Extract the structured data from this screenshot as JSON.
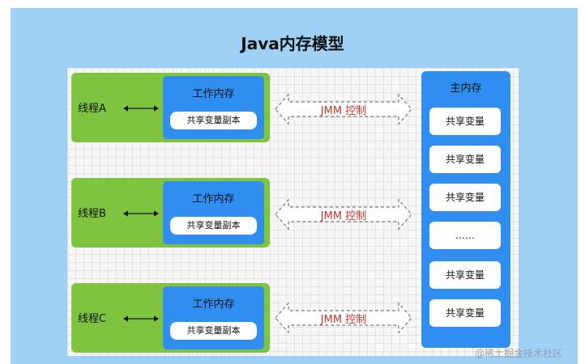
{
  "title": "Java内存模型",
  "threads": [
    {
      "label": "线程A",
      "work_memory": "工作内存",
      "copy": "共享变量副本",
      "control": "JMM 控制"
    },
    {
      "label": "线程B",
      "work_memory": "工作内存",
      "copy": "共享变量副本",
      "control": "JMM 控制"
    },
    {
      "label": "线程C",
      "work_memory": "工作内存",
      "copy": "共享变量副本",
      "control": "JMM 控制"
    }
  ],
  "main_memory": {
    "title": "主内存",
    "items": [
      "共享变量",
      "共享变量",
      "共享变量",
      "……",
      "共享变量",
      "共享变量"
    ]
  },
  "watermark": "@稀土掘金技术社区",
  "colors": {
    "background": "#9fd0f6",
    "thread_green": "#7fc440",
    "memory_blue": "#2f8ef0",
    "jmm_text": "#c0392b"
  }
}
